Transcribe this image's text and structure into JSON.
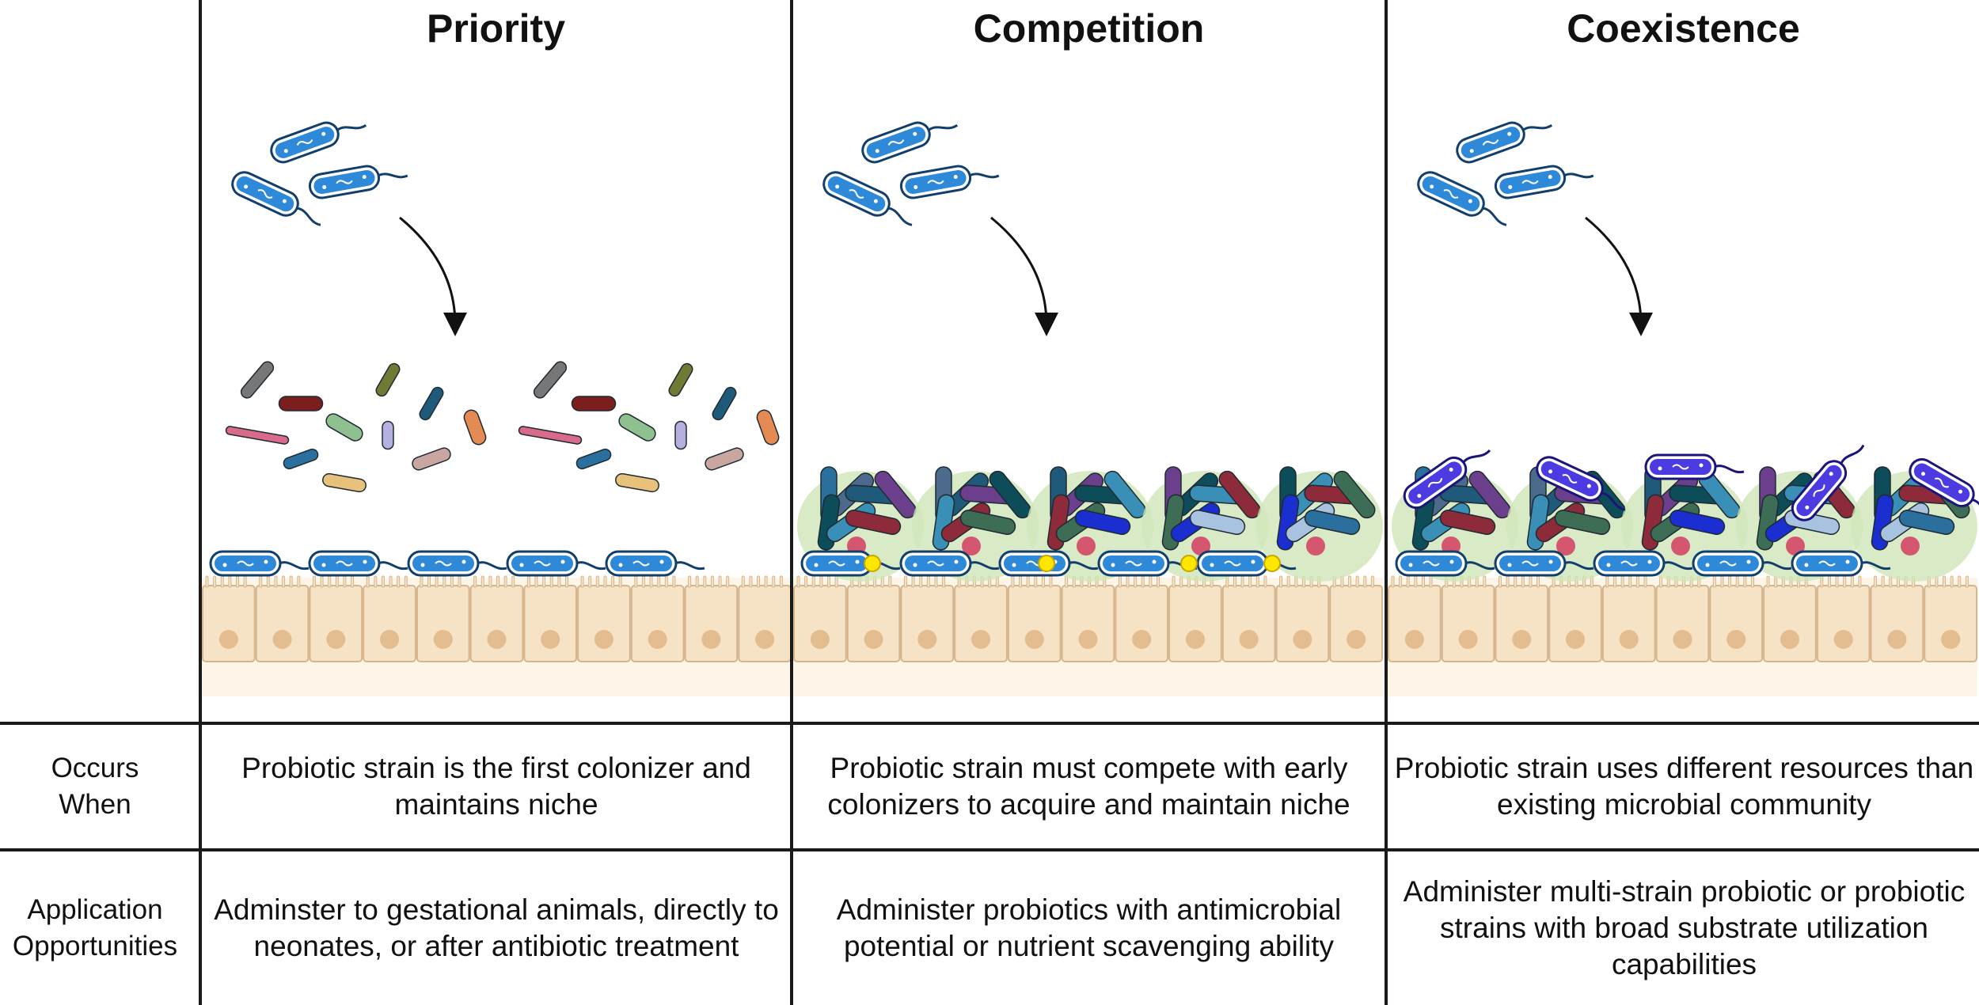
{
  "columns": [
    {
      "title": "Priority",
      "occurs": "Probiotic strain is the first colonizer and maintains niche",
      "application": "Adminster to gestational animals, directly to neonates, or after antibiotic treatment"
    },
    {
      "title": "Competition",
      "occurs": "Probiotic strain must compete with early colonizers to acquire and maintain niche",
      "application": "Administer probiotics with antimicrobial potential or nutrient scavenging ability"
    },
    {
      "title": "Coexistence",
      "occurs": "Probiotic strain uses different resources than existing microbial community",
      "application": "Administer multi-strain probiotic or probiotic strains with broad substrate utilization capabilities"
    }
  ],
  "rows": {
    "occurs_label": [
      "Occurs",
      "When"
    ],
    "application_label": [
      "Application",
      "Opportunities"
    ]
  },
  "colors": {
    "probiotic_fill": "#2e8ad8",
    "probiotic_stroke": "#123e6b",
    "epithelium_fill": "#f6e2c4",
    "epithelium_stroke": "#d6b58c",
    "nucleus": "#e3bd8f",
    "lumen": "#fdf6e8",
    "biofilm": "#cfe6b8",
    "toxin": "#ffe600",
    "invader_fill": "#4b3be0"
  }
}
